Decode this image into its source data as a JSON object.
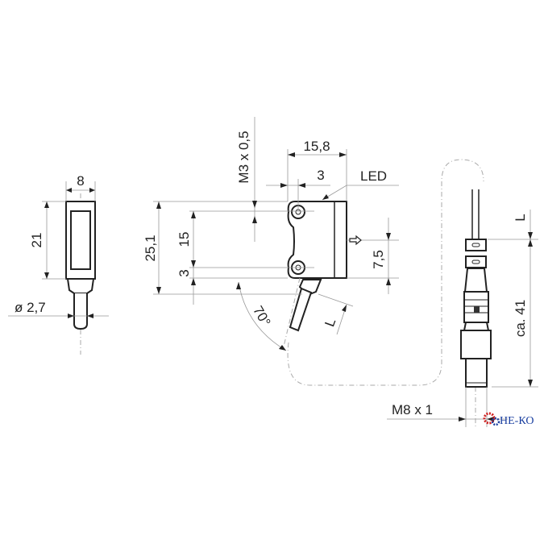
{
  "drawing": {
    "side_view": {
      "width_label": "8",
      "height_label": "21",
      "cable_diameter_label": "ø 2,7"
    },
    "front_view": {
      "thread_label": "M3 x 0,5",
      "depth_label": "15,8",
      "led_offset_label": "3",
      "led_label": "LED",
      "total_height_label": "25,1",
      "hole_spacing_label": "15",
      "hole_offset_label": "3",
      "optical_axis_label": "7,5",
      "angle_label": "70°",
      "cable_length_label": "L"
    },
    "connector_view": {
      "length_label": "L",
      "connector_length_label": "ca. 41",
      "thread_label": "M8 x 1"
    },
    "logo": {
      "text": "НЕ-КО",
      "color": "#1a3fa0",
      "gear_color": "#d02020"
    }
  }
}
